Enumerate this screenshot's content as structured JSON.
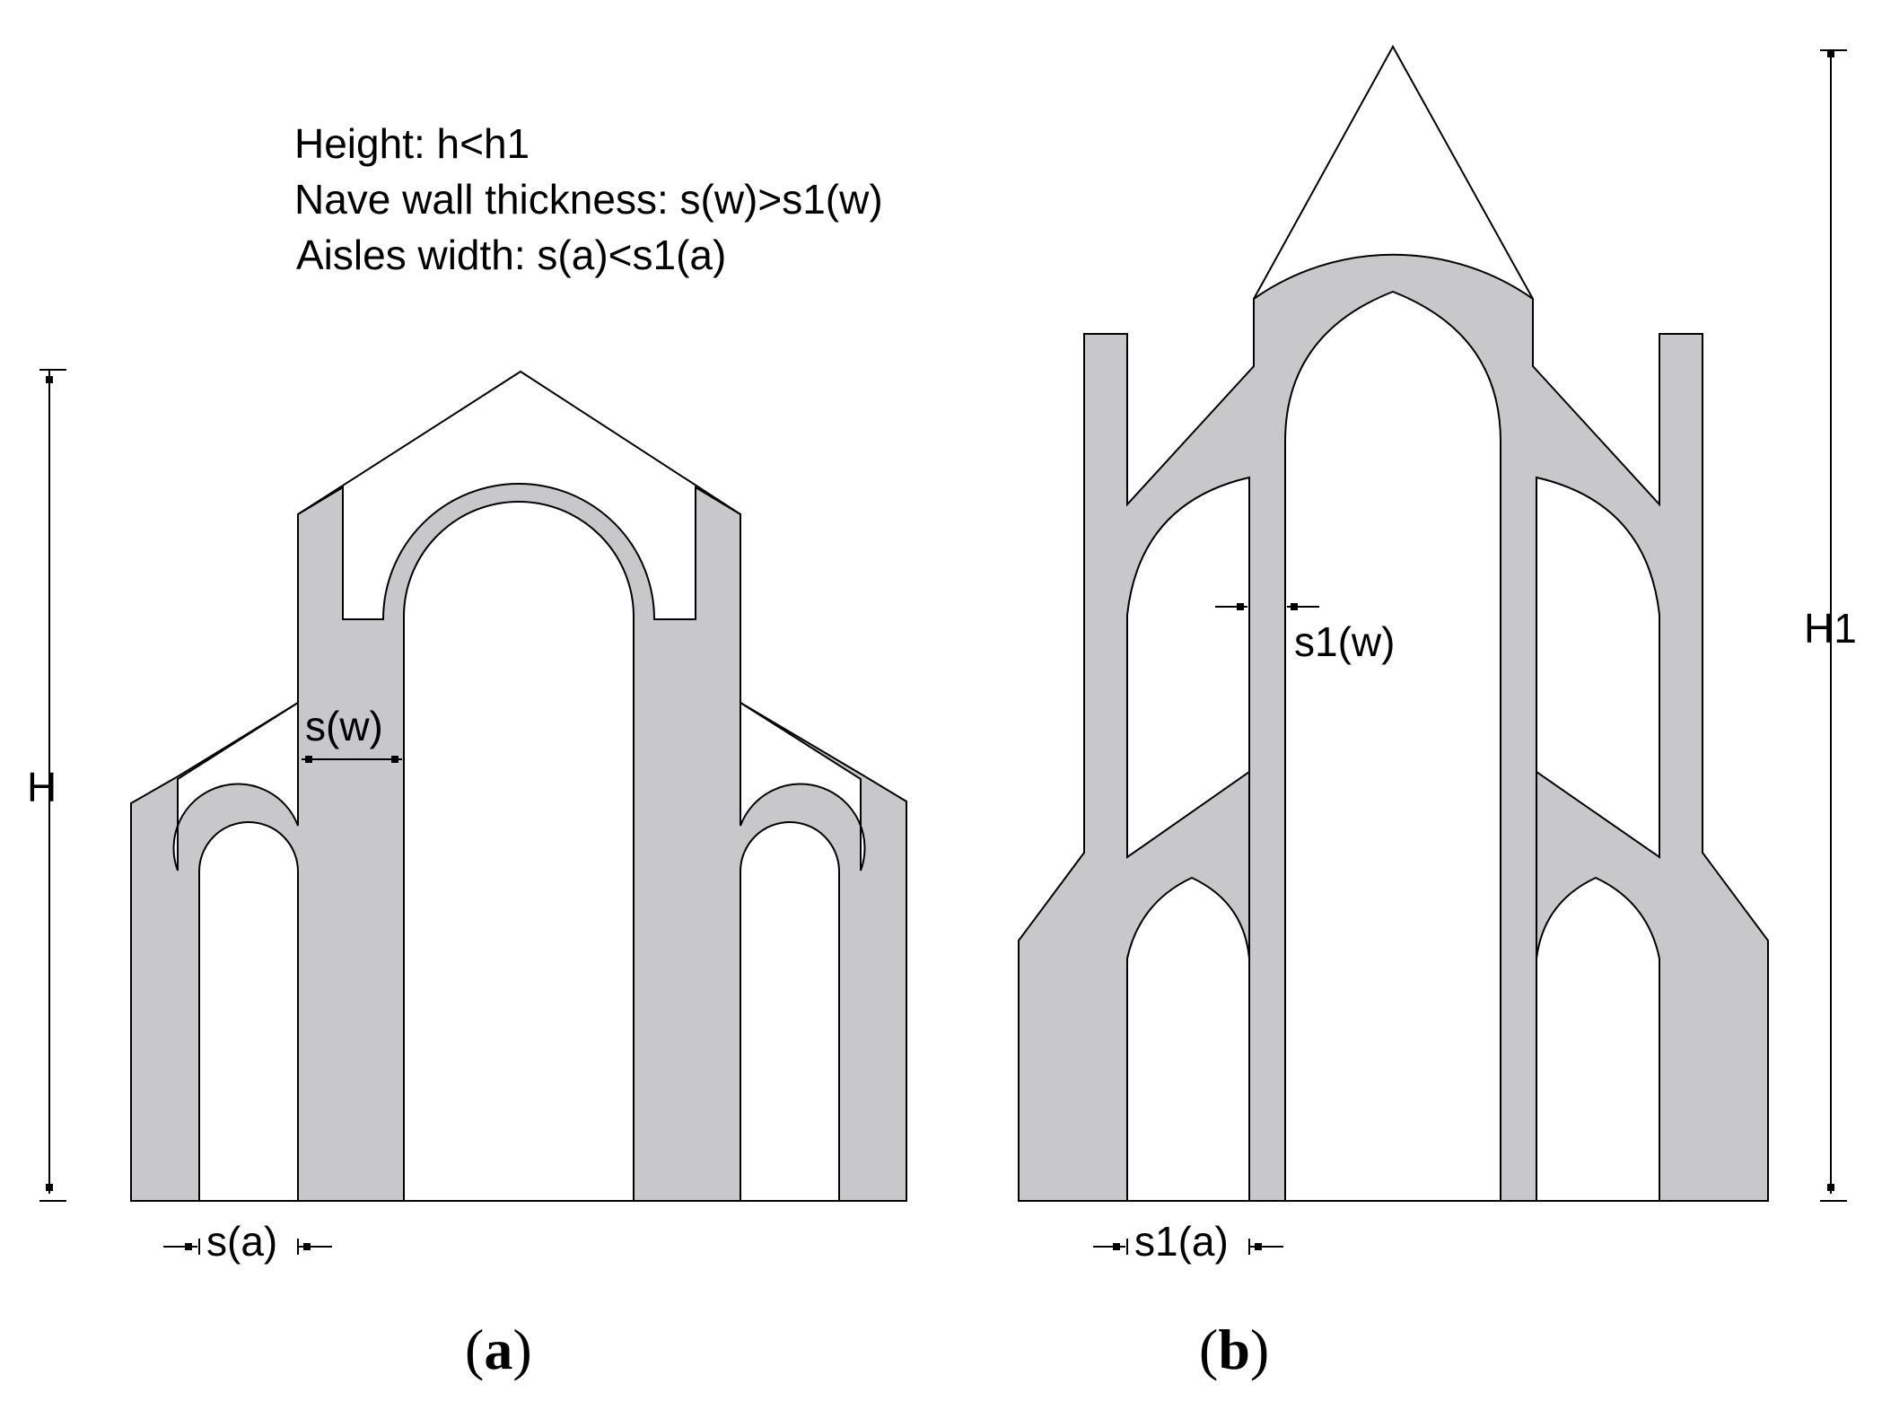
{
  "notes": {
    "height": "Height: h<h1",
    "nave_wall": "Nave wall thickness: s(w)>s1(w)",
    "aisles_width": "Aisles width: s(a)<s1(a)"
  },
  "panel_a": {
    "caption_letter": "a",
    "height_label": "H",
    "wall_label": "s(w)",
    "aisle_label": "s(a)"
  },
  "panel_b": {
    "caption_letter": "b",
    "height_label": "H1",
    "wall_label": "s1(w)",
    "aisle_label": "s1(a)"
  },
  "colors": {
    "fill": "#c8c8cb",
    "stroke": "#000000"
  }
}
